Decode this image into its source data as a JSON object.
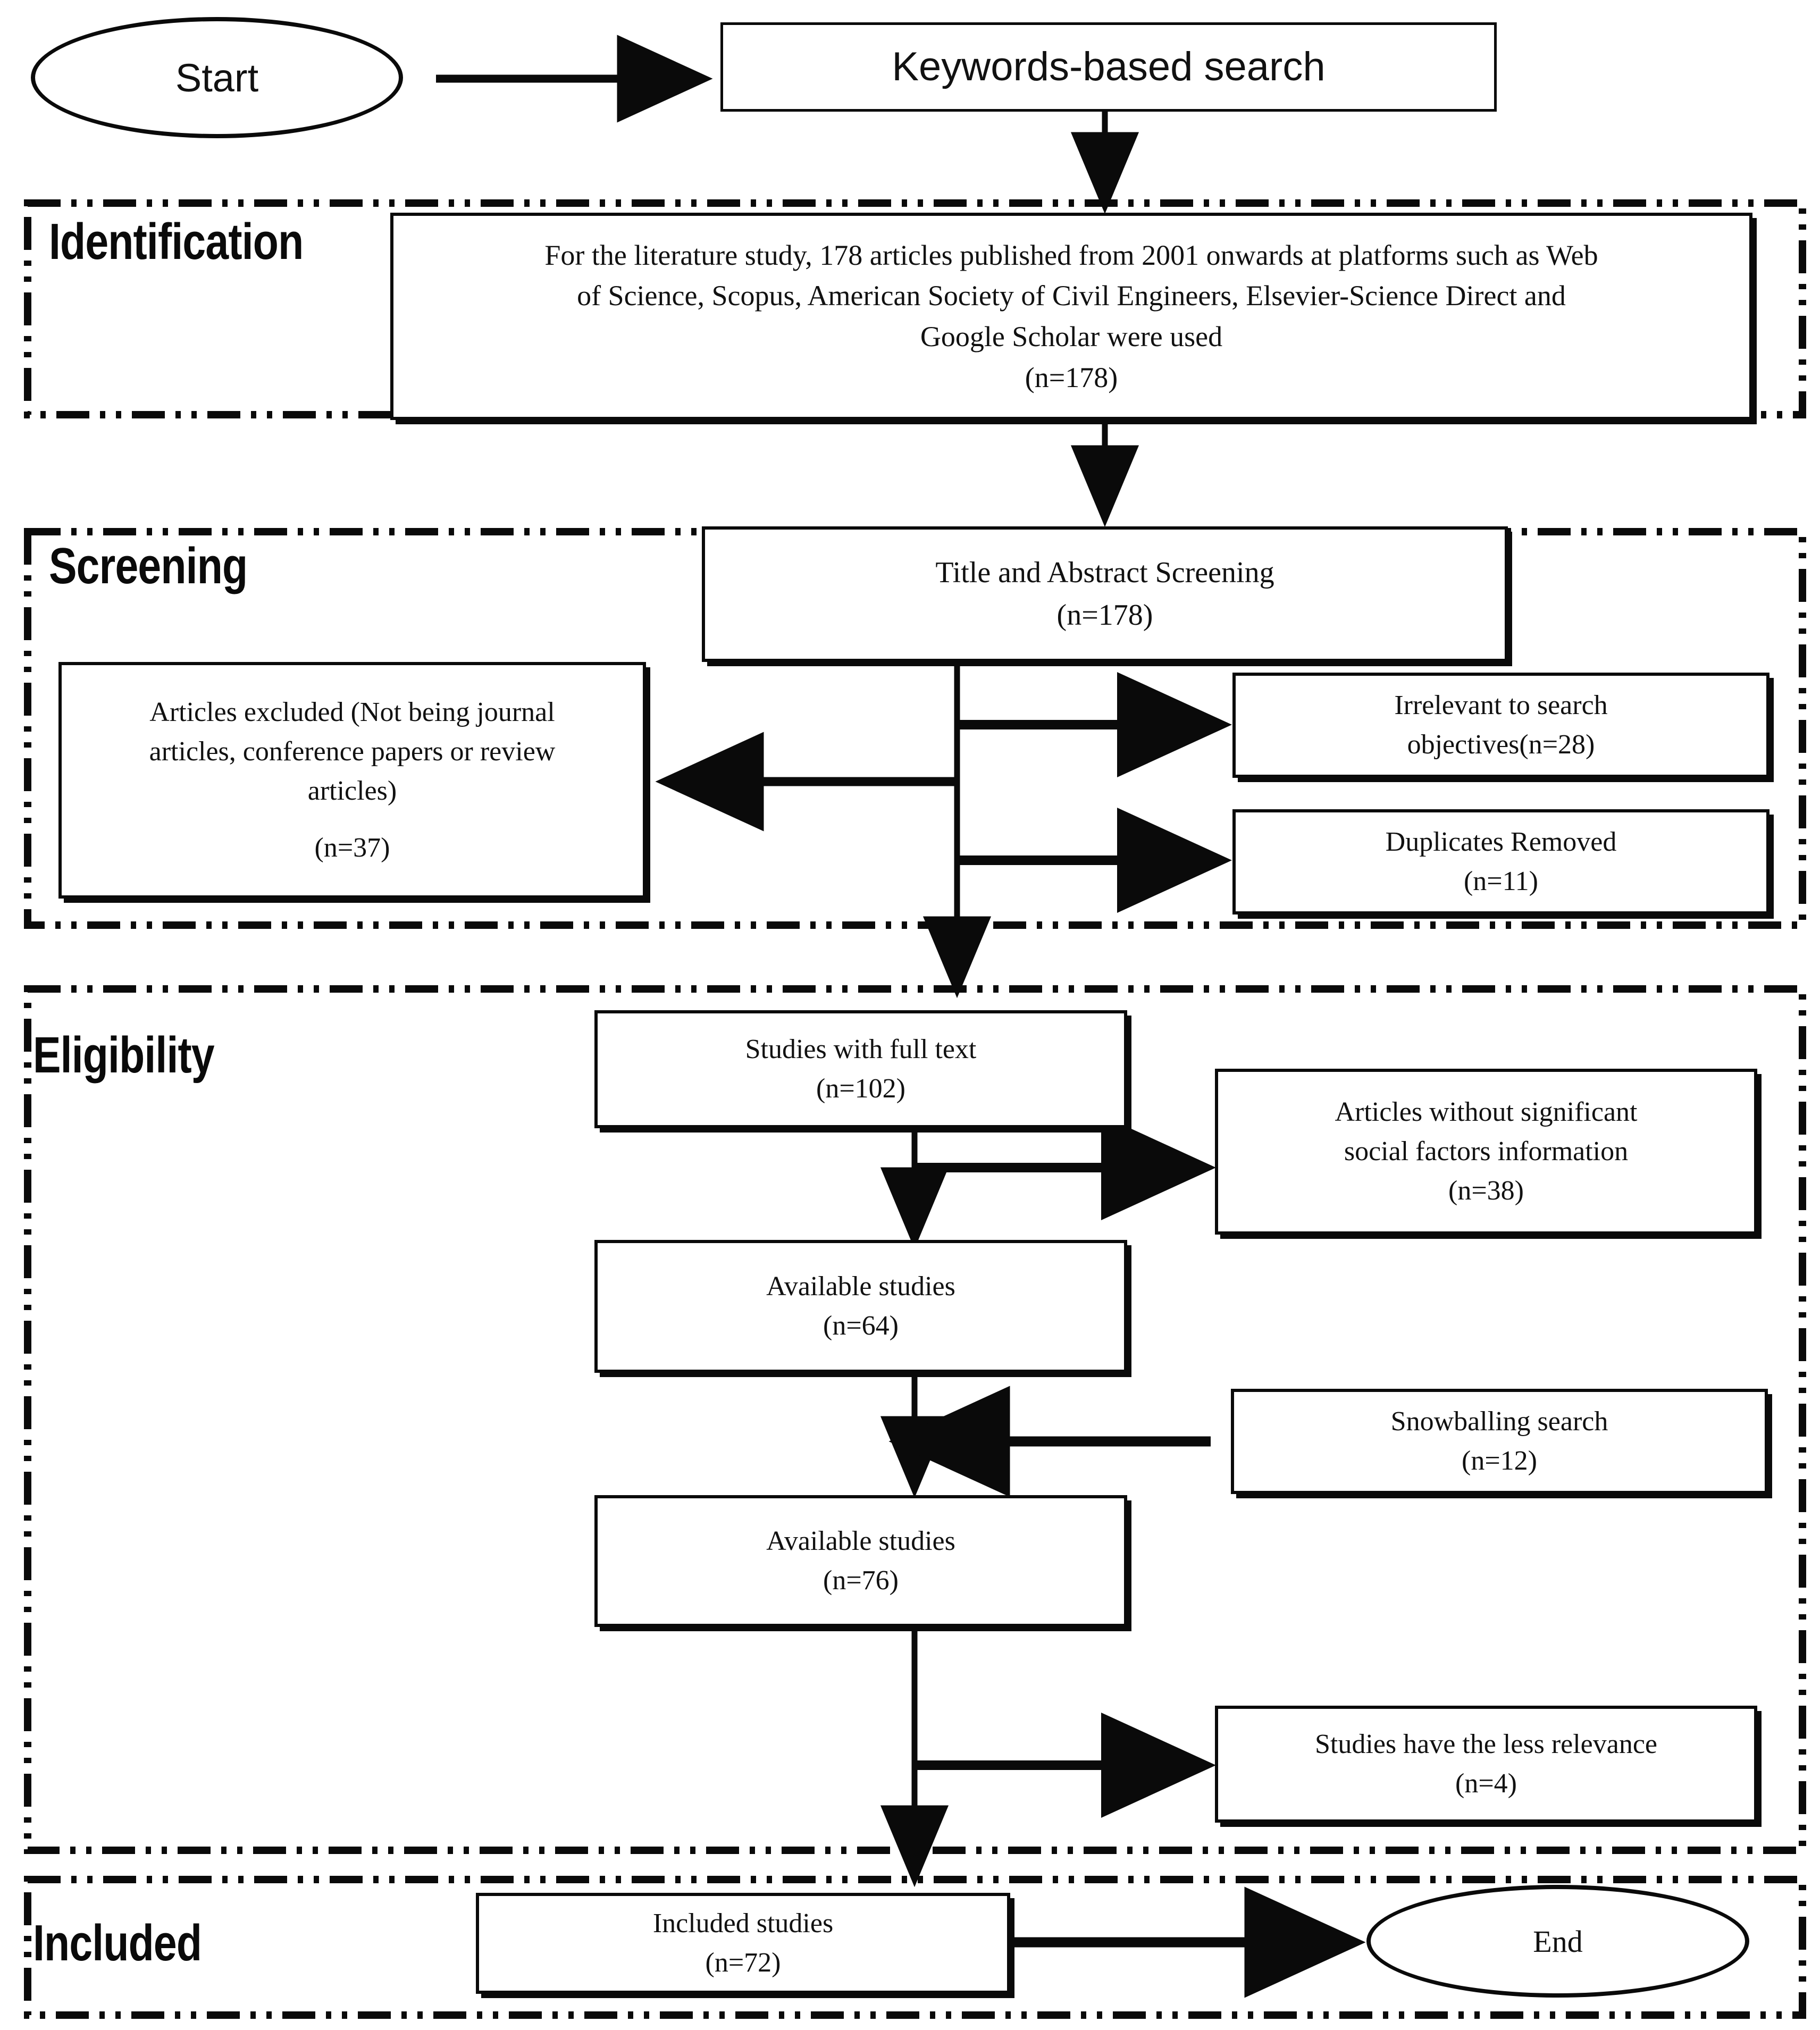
{
  "diagram": {
    "type": "prisma-flow-diagram",
    "title": "PRISMA literature selection flow diagram",
    "stages": [
      {
        "id": "identification",
        "label": "Identification"
      },
      {
        "id": "screening",
        "label": "Screening"
      },
      {
        "id": "eligibility",
        "label": "Eligibility"
      },
      {
        "id": "included",
        "label": "Included"
      }
    ],
    "nodes": {
      "start": {
        "shape": "ellipse",
        "label": "Start"
      },
      "keywords_search": {
        "shape": "process",
        "label": "Keywords-based search"
      },
      "identification_box": {
        "shape": "process",
        "lines": [
          "For the literature study, 178 articles published from 2001 onwards at platforms such as Web",
          "of Science, Scopus, American Society of Civil Engineers, Elsevier-Science Direct and",
          "Google Scholar were used",
          "(n=178)"
        ],
        "count": "n=178"
      },
      "title_abstract_screening": {
        "shape": "process",
        "lines": [
          "Title and Abstract Screening",
          "(n=178)"
        ],
        "count": "n=178"
      },
      "articles_excluded": {
        "shape": "process",
        "lines": [
          "Articles excluded (Not being journal",
          "articles, conference papers or review",
          "articles)",
          "(n=37)"
        ],
        "count": "n=37"
      },
      "irrelevant_to_objectives": {
        "shape": "process",
        "lines": [
          "Irrelevant to search",
          "objectives(n=28)"
        ],
        "count": "n=28"
      },
      "duplicates_removed": {
        "shape": "process",
        "lines": [
          "Duplicates Removed",
          "(n=11)"
        ],
        "count": "n=11"
      },
      "studies_full_text": {
        "shape": "process",
        "lines": [
          "Studies with full text",
          "(n=102)"
        ],
        "count": "n=102"
      },
      "articles_without_social_factors": {
        "shape": "process",
        "lines": [
          "Articles without significant",
          "social factors information",
          "(n=38)"
        ],
        "count": "n=38"
      },
      "available_studies_64": {
        "shape": "process",
        "lines": [
          "Available studies",
          "(n=64)"
        ],
        "count": "n=64"
      },
      "snowballing_search": {
        "shape": "process",
        "lines": [
          "Snowballing search",
          "(n=12)"
        ],
        "count": "n=12"
      },
      "available_studies_76": {
        "shape": "process",
        "lines": [
          "Available studies",
          "(n=76)"
        ],
        "count": "n=76"
      },
      "studies_less_relevance": {
        "shape": "process",
        "lines": [
          "Studies have the less relevance",
          "(n=4)"
        ],
        "count": "n=4"
      },
      "included_studies": {
        "shape": "process",
        "lines": [
          "Included studies",
          "(n=72)"
        ],
        "count": "n=72"
      },
      "end": {
        "shape": "ellipse",
        "label": "End"
      }
    },
    "edges": [
      {
        "from": "start",
        "to": "keywords_search",
        "direction": "right"
      },
      {
        "from": "keywords_search",
        "to": "identification_box",
        "direction": "down"
      },
      {
        "from": "identification_box",
        "to": "title_abstract_screening",
        "direction": "down"
      },
      {
        "from": "title_abstract_screening",
        "to": "irrelevant_to_objectives",
        "direction": "right"
      },
      {
        "from": "title_abstract_screening",
        "to": "duplicates_removed",
        "direction": "right"
      },
      {
        "from": "title_abstract_screening",
        "to": "articles_excluded",
        "direction": "left"
      },
      {
        "from": "title_abstract_screening",
        "to": "studies_full_text",
        "direction": "down"
      },
      {
        "from": "studies_full_text",
        "to": "articles_without_social_factors",
        "direction": "right"
      },
      {
        "from": "studies_full_text",
        "to": "available_studies_64",
        "direction": "down"
      },
      {
        "from": "snowballing_search",
        "to": "available_studies_76",
        "direction": "left"
      },
      {
        "from": "available_studies_64",
        "to": "available_studies_76",
        "direction": "down"
      },
      {
        "from": "available_studies_76",
        "to": "studies_less_relevance",
        "direction": "right"
      },
      {
        "from": "available_studies_76",
        "to": "included_studies",
        "direction": "down"
      },
      {
        "from": "included_studies",
        "to": "end",
        "direction": "right"
      }
    ],
    "colors": {
      "stroke": "#0a0a0a",
      "background": "#ffffff",
      "text": "#111111"
    }
  }
}
